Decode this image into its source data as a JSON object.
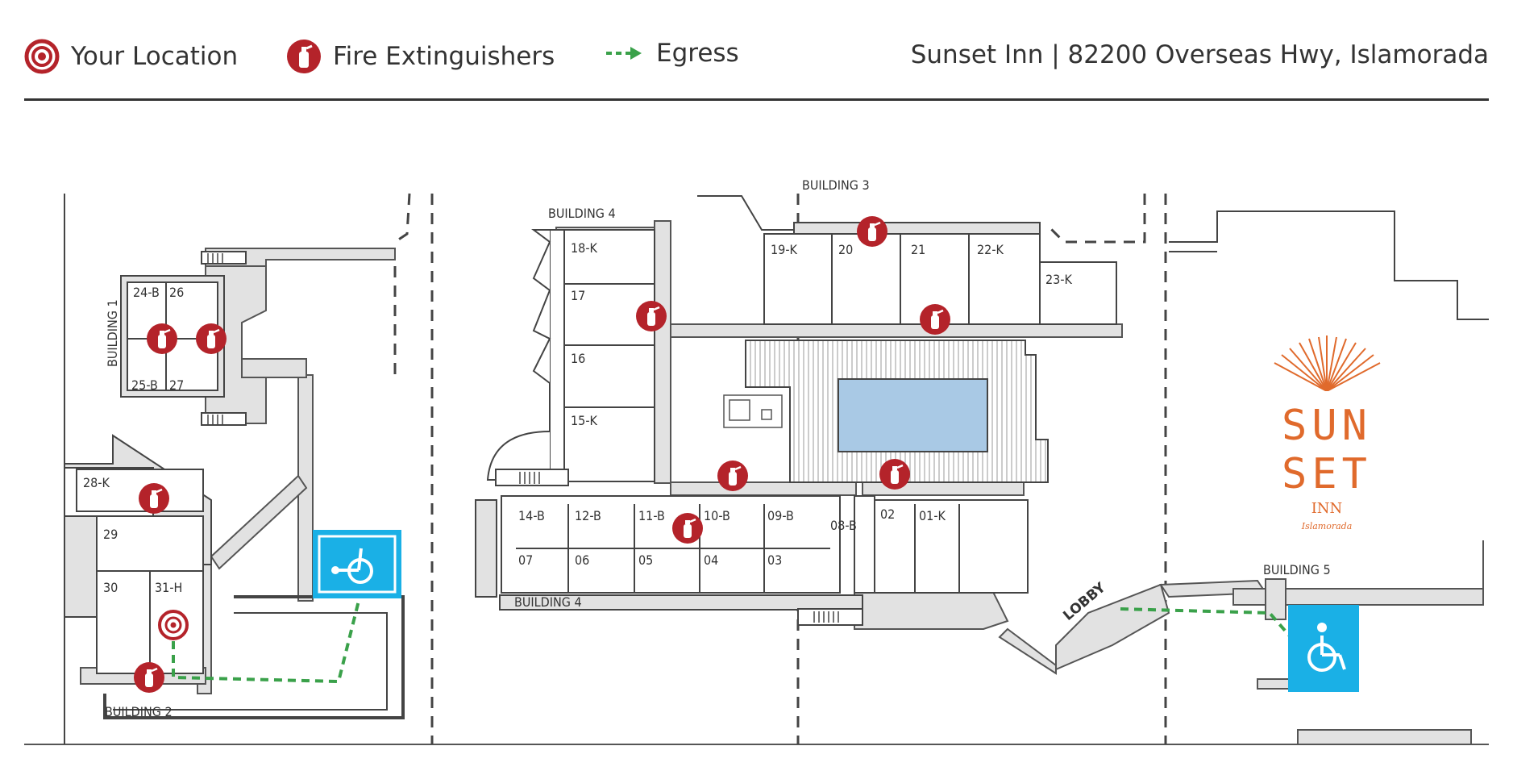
{
  "legend": {
    "your_location": "Your Location",
    "fire_extinguishers": "Fire Extinguishers",
    "egress": "Egress"
  },
  "address": "Sunset Inn | 82200 Overseas Hwy, Islamorada",
  "colors": {
    "accent_red": "#b4232a",
    "egress_green": "#3aa14a",
    "accessible_blue": "#1ab0e6",
    "pool_blue": "#a9c9e5",
    "wall_grey": "#e0e0e0",
    "line_dark": "#444444",
    "logo_orange": "#e06a2c"
  },
  "buildings": {
    "b1": "BUILDING 1",
    "b2": "BUILDING 2",
    "b3": "BUILDING 3",
    "b4_top": "BUILDING 4",
    "b4_bottom": "BUILDING 4",
    "b5": "BUILDING 5"
  },
  "rooms": {
    "r24b": "24-B",
    "r26": "26",
    "r25b": "25-B",
    "r27": "27",
    "r28k": "28-K",
    "r29": "29",
    "r30": "30",
    "r31h": "31-H",
    "r18k": "18-K",
    "r17": "17",
    "r16": "16",
    "r15k": "15-K",
    "r19k": "19-K",
    "r20": "20",
    "r21": "21",
    "r22k": "22-K",
    "r23k": "23-K",
    "r14b": "14-B",
    "r12b": "12-B",
    "r11b": "11-B",
    "r10b": "10-B",
    "r09b": "09-B",
    "r07": "07",
    "r06": "06",
    "r05": "05",
    "r04": "04",
    "r03": "03",
    "r08b": "08-B",
    "r02": "02",
    "r01k": "01-K"
  },
  "lobby": "LOBBY",
  "logo": {
    "line1": "SUN",
    "line2": "SET",
    "line3": "INN",
    "line4": "Islamorada"
  },
  "icons": {
    "location": "target-icon",
    "extinguisher": "fire-extinguisher-icon",
    "egress": "dashed-arrow-icon",
    "accessible": "wheelchair-icon"
  }
}
